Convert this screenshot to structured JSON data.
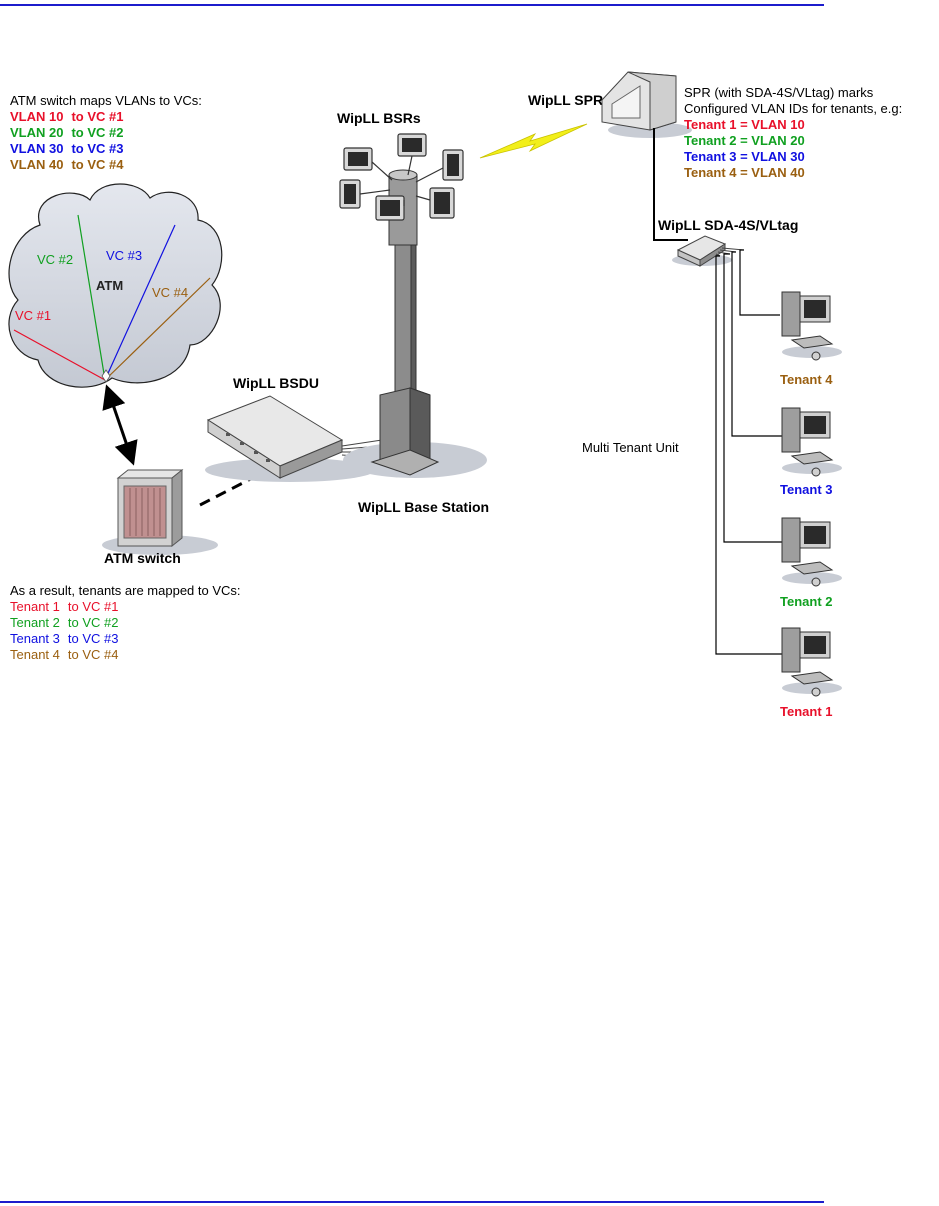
{
  "colors": {
    "red": "#e8102a",
    "green": "#10a020",
    "blue": "#1010e0",
    "brown": "#9a5f10",
    "rule": "#1c1ccc"
  },
  "atm_switch_mapping": {
    "heading": "ATM switch maps VLANs to VCs:",
    "rows": [
      {
        "vlan": "VLAN 10",
        "vc": "to VC #1"
      },
      {
        "vlan": "VLAN 20",
        "vc": "to VC #2"
      },
      {
        "vlan": "VLAN 30",
        "vc": "to VC #3"
      },
      {
        "vlan": "VLAN 40",
        "vc": "to VC #4"
      }
    ]
  },
  "atm_cloud": {
    "label": "ATM",
    "vcs": [
      "VC #1",
      "VC #2",
      "VC #3",
      "VC #4"
    ]
  },
  "labels": {
    "bsrs": "WipLL BSRs",
    "spr": "WipLL SPR",
    "sda": "WipLL SDA-4S/VLtag",
    "bsdu": "WipLL BSDU",
    "base_station": "WipLL Base Station",
    "atm_switch": "ATM switch",
    "multi_tenant_unit": "Multi Tenant Unit"
  },
  "spr_note": {
    "line1": "SPR (with SDA-4S/VLtag) marks",
    "line2": "Configured VLAN IDs for tenants, e.g:",
    "rows": [
      "Tenant 1 = VLAN 10",
      "Tenant 2 = VLAN 20",
      "Tenant 3 = VLAN 30",
      "Tenant 4 = VLAN 40"
    ]
  },
  "result": {
    "heading": "As a result, tenants are mapped to VCs:",
    "rows": [
      {
        "tenant": "Tenant 1",
        "vc": "to VC #1"
      },
      {
        "tenant": "Tenant 2",
        "vc": "to VC #2"
      },
      {
        "tenant": "Tenant 3",
        "vc": "to VC #3"
      },
      {
        "tenant": "Tenant 4",
        "vc": "to VC #4"
      }
    ]
  },
  "tenants": [
    "Tenant 4",
    "Tenant 3",
    "Tenant 2",
    "Tenant 1"
  ]
}
